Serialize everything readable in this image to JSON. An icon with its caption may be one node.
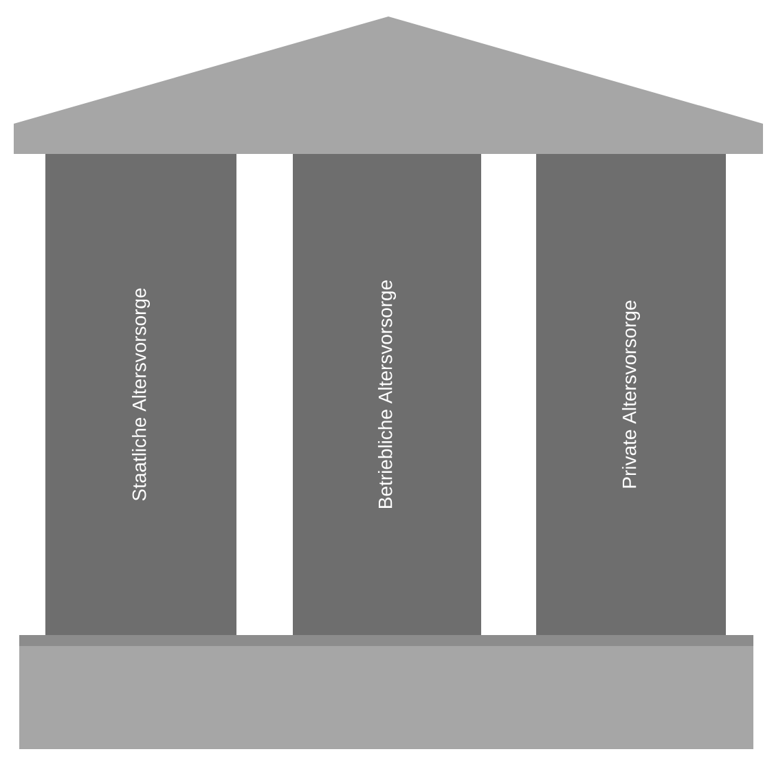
{
  "diagram": {
    "nodes": [
      {
        "text": [],
        "shape": "roof"
      },
      {
        "text": [
          "Staatliche Altersvorsorge"
        ]
      },
      {
        "text": [
          "Betriebliche Altersvorsorge"
        ]
      },
      {
        "text": [
          "Private Altersvorsorge"
        ]
      },
      {
        "text": [],
        "shape": "box"
      }
    ]
  }
}
